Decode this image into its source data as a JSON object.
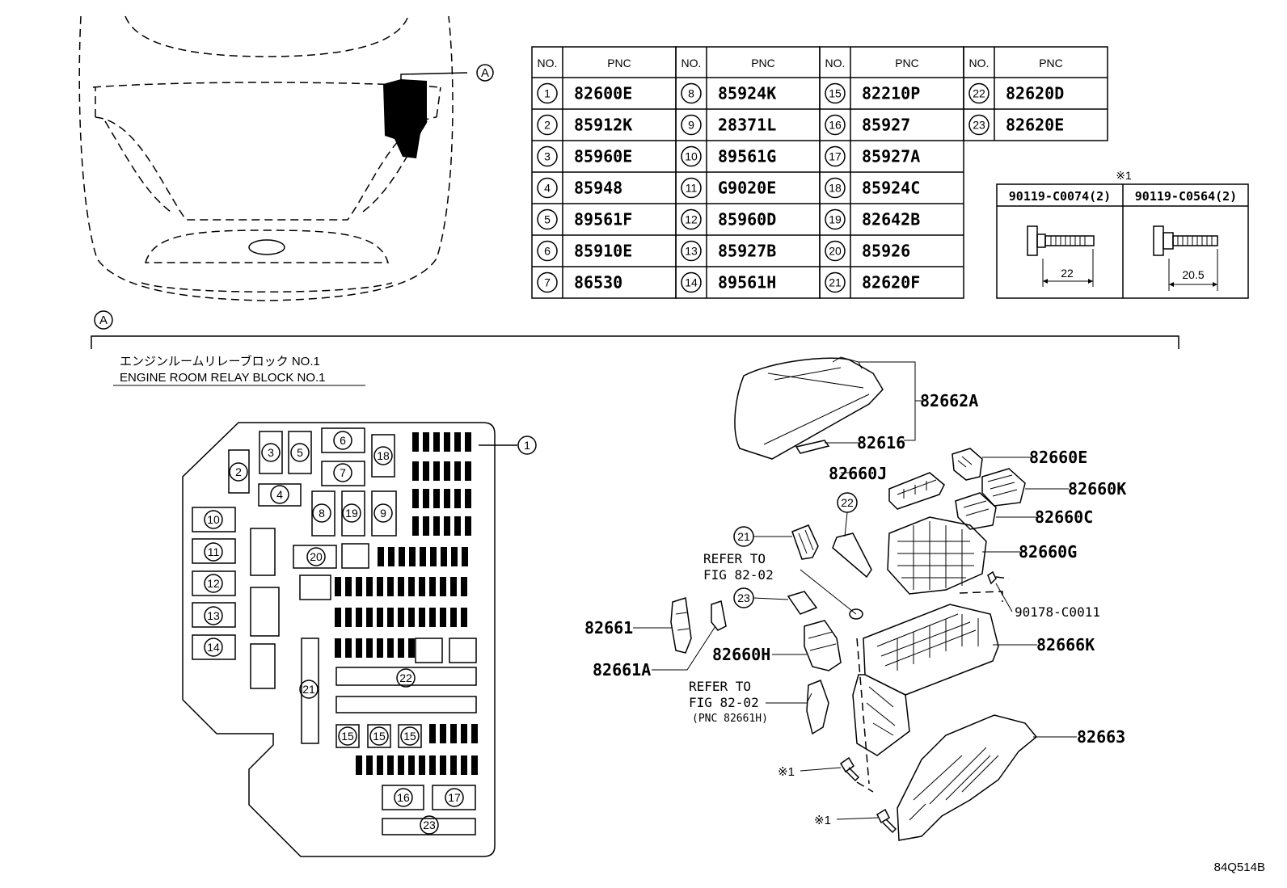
{
  "pnc_table": {
    "headers": [
      "NO.",
      "PNC"
    ],
    "columns": [
      [
        [
          "1",
          "82600E"
        ],
        [
          "2",
          "85912K"
        ],
        [
          "3",
          "85960E"
        ],
        [
          "4",
          "85948"
        ],
        [
          "5",
          "89561F"
        ],
        [
          "6",
          "85910E"
        ],
        [
          "7",
          "86530"
        ]
      ],
      [
        [
          "8",
          "85924K"
        ],
        [
          "9",
          "28371L"
        ],
        [
          "10",
          "89561G"
        ],
        [
          "11",
          "G9020E"
        ],
        [
          "12",
          "85960D"
        ],
        [
          "13",
          "85927B"
        ],
        [
          "14",
          "89561H"
        ]
      ],
      [
        [
          "15",
          "82210P"
        ],
        [
          "16",
          "85927"
        ],
        [
          "17",
          "85927A"
        ],
        [
          "18",
          "85924C"
        ],
        [
          "19",
          "82642B"
        ],
        [
          "20",
          "85926"
        ],
        [
          "21",
          "82620F"
        ]
      ],
      [
        [
          "22",
          "82620D"
        ],
        [
          "23",
          "82620E"
        ]
      ]
    ]
  },
  "bolt_table": {
    "note_mark": "※1",
    "items": [
      {
        "part": "90119-C0074(2)",
        "length": "22"
      },
      {
        "part": "90119-C0564(2)",
        "length": "20.5"
      }
    ]
  },
  "view_labels": {
    "car_callout": "A",
    "section_callout": "A"
  },
  "relay_block": {
    "title_jp": "エンジンルームリレーブロック NO.1",
    "title_en": "ENGINE ROOM RELAY BLOCK NO.1",
    "positions": [
      "1",
      "2",
      "3",
      "4",
      "5",
      "6",
      "7",
      "8",
      "9",
      "10",
      "11",
      "12",
      "13",
      "14",
      "15",
      "15",
      "15",
      "16",
      "17",
      "18",
      "19",
      "20",
      "21",
      "22",
      "23"
    ]
  },
  "exploded": {
    "labels": [
      "82662A",
      "82616",
      "82660E",
      "82660J",
      "82660K",
      "82660C",
      "82660G",
      "90178-C0011",
      "82666K",
      "82663",
      "82661",
      "82661A",
      "82660H"
    ],
    "circles": [
      "22",
      "21",
      "23"
    ],
    "refer1": [
      "REFER TO",
      "FIG 82-02"
    ],
    "refer2": [
      "REFER TO",
      "FIG 82-02",
      "(PNC 82661H)"
    ],
    "bolt_marks": [
      "※1",
      "※1"
    ]
  },
  "figure_id": "84Q514B"
}
